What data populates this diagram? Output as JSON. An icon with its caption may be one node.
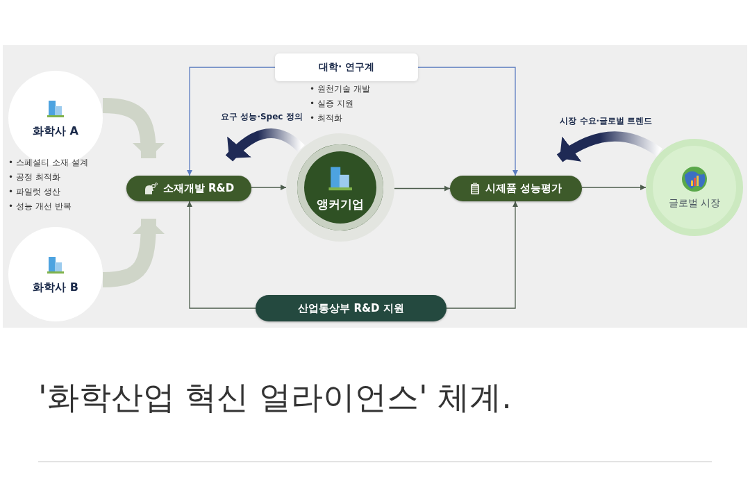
{
  "diagram": {
    "caption": "'화학산업 혁신 얼라이언스' 체계.",
    "nodes": [
      {
        "text": [
          "화학사 A"
        ]
      },
      {
        "text": [
          "화학사 B"
        ]
      },
      {
        "text": [
          "소재개발 R&D"
        ]
      },
      {
        "text": [
          "앵커기업"
        ]
      },
      {
        "text": [
          "시제품 성능평가"
        ]
      },
      {
        "text": [
          "글로벌 시장"
        ]
      },
      {
        "text": [
          "대학· 연구계"
        ],
        "beside": [
          "• 원천기술 개발",
          "• 실증 지원",
          "• 최적화"
        ]
      },
      {
        "text": [
          "산업통상부 R&D 지원"
        ]
      }
    ],
    "edges": [
      {
        "from": 0,
        "to": 2,
        "arrow": "to",
        "style": "thick",
        "color": "#cfd5c8"
      },
      {
        "from": 1,
        "to": 2,
        "arrow": "to",
        "style": "thick",
        "color": "#cfd5c8"
      },
      {
        "from": 2,
        "to": 3,
        "arrow": "to"
      },
      {
        "from": 3,
        "to": 4,
        "arrow": "to"
      },
      {
        "from": 4,
        "to": 5,
        "arrow": "to"
      },
      {
        "from": 6,
        "to": 2,
        "arrow": "to",
        "color": "#5b7cc0"
      },
      {
        "from": 6,
        "to": 4,
        "arrow": "to",
        "color": "#5b7cc0"
      },
      {
        "from": 7,
        "to": 2,
        "arrow": "to"
      },
      {
        "from": 7,
        "to": 4,
        "arrow": "to"
      },
      {
        "from": 3,
        "to": 2,
        "arrow": "to",
        "label": "요구 성능·Spec 정의",
        "style": "thick",
        "color": "#1f2a55"
      },
      {
        "from": 5,
        "to": 4,
        "arrow": "to",
        "label": "시장 수요·글로벌 트렌드",
        "style": "thick",
        "color": "#1f2a55"
      }
    ],
    "labels": [
      "• 스페셜티 소재 설계",
      "• 공정 최적화",
      "• 파일럿 생산",
      "• 성능 개선 반복"
    ]
  }
}
